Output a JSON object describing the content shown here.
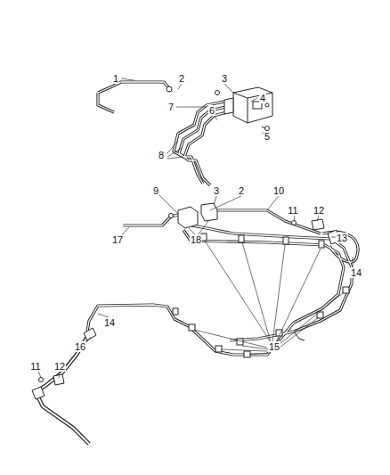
{
  "diagram": {
    "labels": [
      "1",
      "2",
      "3",
      "4",
      "7",
      "6",
      "5",
      "8",
      "9",
      "3",
      "2",
      "10",
      "11",
      "12",
      "13",
      "17",
      "18",
      "14",
      "15",
      "14",
      "16",
      "11",
      "12"
    ]
  }
}
